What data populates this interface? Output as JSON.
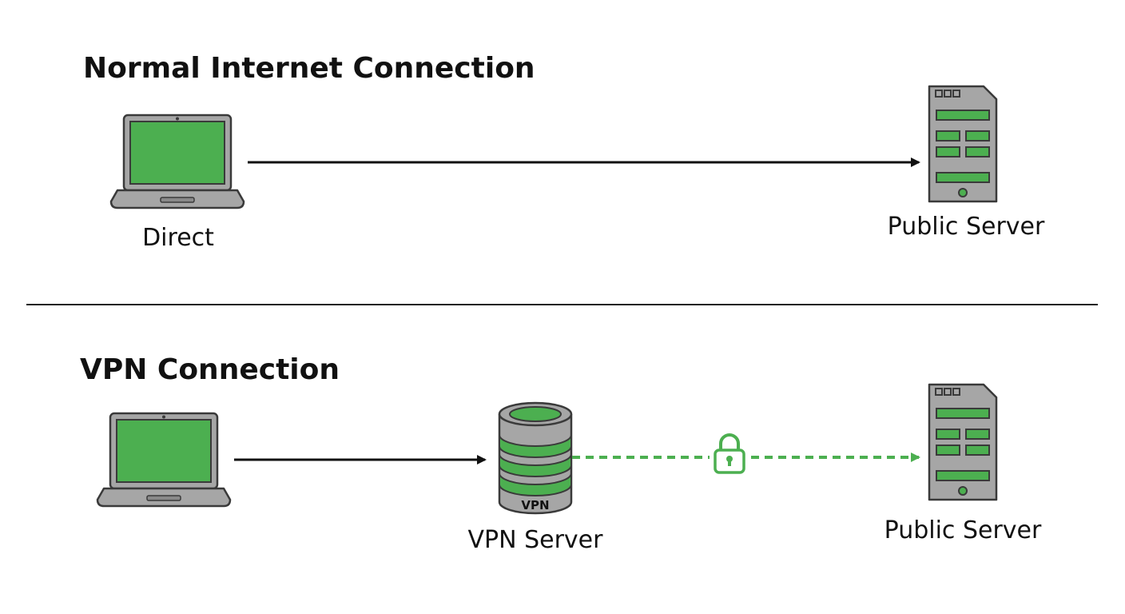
{
  "sections": [
    {
      "title": "Normal Internet Connection",
      "client_label": "Direct",
      "server_label": "Public Server"
    },
    {
      "title": "VPN Connection",
      "vpn_server_label": "VPN Server",
      "vpn_badge": "VPN",
      "server_label": "Public Server"
    }
  ],
  "colors": {
    "accent_green": "#4caf50",
    "device_gray": "#a6a6a6",
    "outline": "#3a3a3a",
    "arrow": "#111111"
  },
  "icons": [
    "laptop-icon",
    "server-tower-icon",
    "database-server-icon",
    "padlock-icon"
  ]
}
